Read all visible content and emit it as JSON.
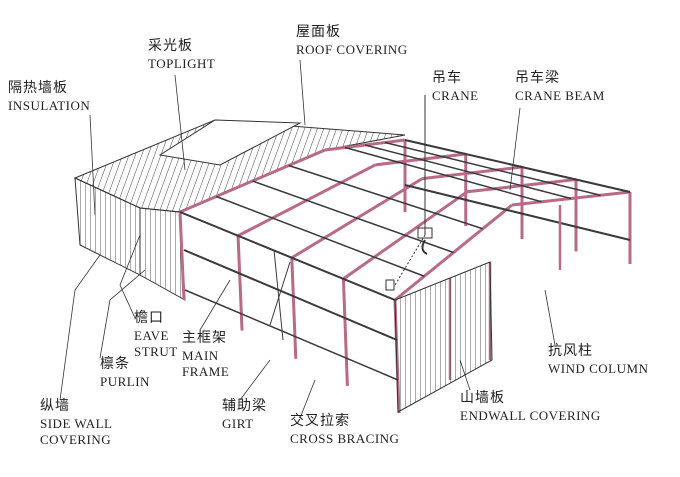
{
  "colors": {
    "frame": "#b86a86",
    "line": "#3a3a3a",
    "bg": "#ffffff"
  },
  "labels": {
    "insulation": {
      "zh": "隔热墙板",
      "en": "INSULATION"
    },
    "toplight": {
      "zh": "采光板",
      "en": "TOPLIGHT"
    },
    "roof_covering": {
      "zh": "屋面板",
      "en": "ROOF COVERING"
    },
    "crane": {
      "zh": "吊车",
      "en": "CRANE"
    },
    "crane_beam": {
      "zh": "吊车梁",
      "en": "CRANE BEAM"
    },
    "eave_strut": {
      "zh": "檐口",
      "en1": "EAVE",
      "en2": "STRUT"
    },
    "main_frame": {
      "zh": "主框架",
      "en1": "MAIN",
      "en2": "FRAME"
    },
    "purlin": {
      "zh": "檩条",
      "en": "PURLIN"
    },
    "side_wall": {
      "zh": "纵墙",
      "en1": "SIDE WALL",
      "en2": "COVERING"
    },
    "girt": {
      "zh": "辅助梁",
      "en": "GIRT"
    },
    "cross_bracing": {
      "zh": "交叉拉索",
      "en": "CROSS BRACING"
    },
    "endwall": {
      "zh": "山墙板",
      "en": "ENDWALL COVERING"
    },
    "wind_column": {
      "zh": "抗风柱",
      "en": "WIND COLUMN"
    }
  }
}
